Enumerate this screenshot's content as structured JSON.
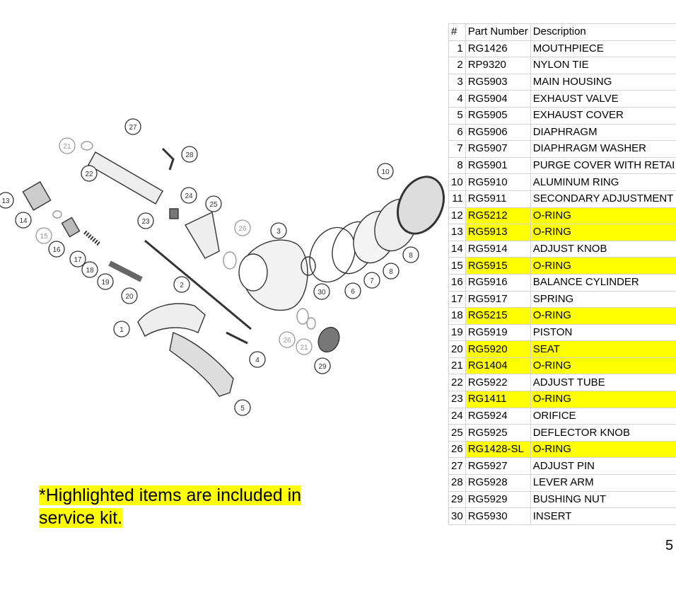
{
  "table": {
    "headers": [
      "#",
      "Part Number",
      "Description"
    ],
    "rows": [
      {
        "num": "1",
        "part": "RG1426",
        "desc": "MOUTHPIECE",
        "kit": false
      },
      {
        "num": "2",
        "part": "RP9320",
        "desc": "NYLON TIE",
        "kit": false
      },
      {
        "num": "3",
        "part": "RG5903",
        "desc": "MAIN HOUSING",
        "kit": false
      },
      {
        "num": "4",
        "part": "RG5904",
        "desc": "EXHAUST VALVE",
        "kit": false
      },
      {
        "num": "5",
        "part": "RG5905",
        "desc": "EXHAUST COVER",
        "kit": false
      },
      {
        "num": "6",
        "part": "RG5906",
        "desc": "DIAPHRAGM",
        "kit": false
      },
      {
        "num": "7",
        "part": "RG5907",
        "desc": "DIAPHRAGM WASHER",
        "kit": false
      },
      {
        "num": "8",
        "part": "RG5901",
        "desc": "PURGE COVER WITH RETAI",
        "kit": false
      },
      {
        "num": "10",
        "part": "RG5910",
        "desc": "ALUMINUM RING",
        "kit": false
      },
      {
        "num": "11",
        "part": "RG5911",
        "desc": "SECONDARY ADJUSTMENT",
        "kit": false
      },
      {
        "num": "12",
        "part": "RG5212",
        "desc": "O-RING",
        "kit": true
      },
      {
        "num": "13",
        "part": "RG5913",
        "desc": "O-RING",
        "kit": true
      },
      {
        "num": "14",
        "part": "RG5914",
        "desc": "ADJUST KNOB",
        "kit": false
      },
      {
        "num": "15",
        "part": "RG5915",
        "desc": "O-RING",
        "kit": true
      },
      {
        "num": "16",
        "part": "RG5916",
        "desc": "BALANCE CYLINDER",
        "kit": false
      },
      {
        "num": "17",
        "part": "RG5917",
        "desc": "SPRING",
        "kit": false
      },
      {
        "num": "18",
        "part": "RG5215",
        "desc": "O-RING",
        "kit": true
      },
      {
        "num": "19",
        "part": "RG5919",
        "desc": "PISTON",
        "kit": false
      },
      {
        "num": "20",
        "part": "RG5920",
        "desc": "SEAT",
        "kit": true
      },
      {
        "num": "21",
        "part": "RG1404",
        "desc": "O-RING",
        "kit": true
      },
      {
        "num": "22",
        "part": "RG5922",
        "desc": "ADJUST TUBE",
        "kit": false
      },
      {
        "num": "23",
        "part": "RG1411",
        "desc": "O-RING",
        "kit": true
      },
      {
        "num": "24",
        "part": "RG5924",
        "desc": "ORIFICE",
        "kit": false
      },
      {
        "num": "25",
        "part": "RG5925",
        "desc": "DEFLECTOR KNOB",
        "kit": false
      },
      {
        "num": "26",
        "part": "RG1428-SL",
        "desc": "O-RING",
        "kit": true
      },
      {
        "num": "27",
        "part": "RG5927",
        "desc": "ADJUST PIN",
        "kit": false
      },
      {
        "num": "28",
        "part": "RG5928",
        "desc": "LEVER ARM",
        "kit": false
      },
      {
        "num": "29",
        "part": "RG5929",
        "desc": "BUSHING NUT",
        "kit": false
      },
      {
        "num": "30",
        "part": "RG5930",
        "desc": "INSERT",
        "kit": false
      }
    ]
  },
  "diagram": {
    "callouts": [
      "27",
      "21",
      "28",
      "22",
      "10",
      "24",
      "25",
      "13",
      "14",
      "15",
      "23",
      "26",
      "3",
      "16",
      "17",
      "18",
      "19",
      "8",
      "8",
      "7",
      "6",
      "30",
      "2",
      "20",
      "1",
      "26",
      "21",
      "29",
      "4",
      "5"
    ]
  },
  "note": {
    "prefix": "*",
    "text_line1": "Highlighted items are included in",
    "text_line2": "service kit."
  },
  "page_number": "5",
  "colors": {
    "highlight": "#ffff00",
    "kit_callout": "#999999"
  }
}
